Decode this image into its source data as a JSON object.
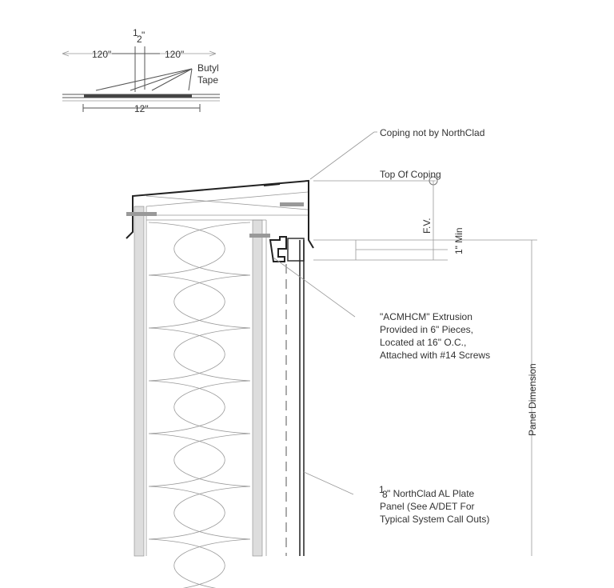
{
  "inset": {
    "half_num": "1",
    "half_den": "2",
    "half_suffix": "\"",
    "left_dim": "120\"",
    "right_dim": "120\"",
    "butyl_line1": "Butyl",
    "butyl_line2": "Tape",
    "bottom_dim": "12\""
  },
  "labels": {
    "coping": "Coping not by NorthClad",
    "top_of_coping": "Top Of Coping",
    "fv": "F.V.",
    "min": "1\" Min",
    "panel_dimension": "Panel Dimension",
    "extrusion": [
      "\"ACMHCM\" Extrusion",
      "Provided in 6\" Pieces,",
      "Located at 16\" O.C.,",
      "Attached with #14 Screws"
    ],
    "plate_num": "1",
    "plate_den": "8",
    "plate": [
      "\" NorthClad AL Plate",
      "Panel (See A/DET For",
      "Typical System Call Outs)"
    ]
  }
}
